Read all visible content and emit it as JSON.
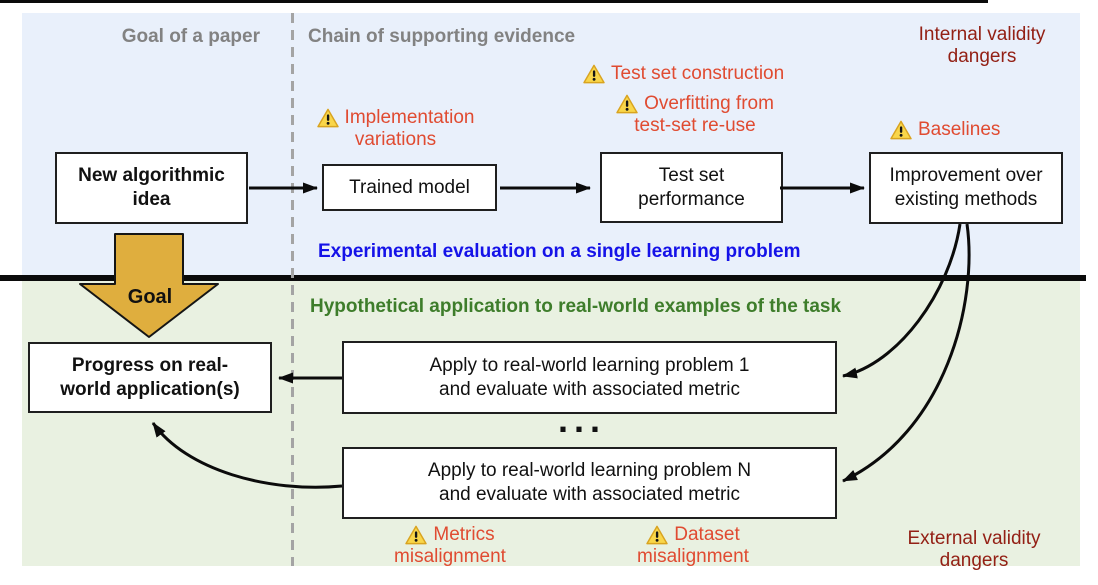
{
  "columns": {
    "goal": "Goal of a paper",
    "chain": "Chain of supporting evidence"
  },
  "goal_arrow": {
    "label": "Goal"
  },
  "top_band": {
    "caption": "Experimental evaluation on a single learning problem",
    "danger": {
      "line1": "Internal validity",
      "line2": "dangers"
    },
    "boxes": {
      "idea": {
        "line1": "New algorithmic",
        "line2": "idea"
      },
      "trained_model": {
        "line1": "Trained model"
      },
      "test_set": {
        "line1": "Test set",
        "line2": "performance"
      },
      "improvement": {
        "line1": "Improvement over",
        "line2": "existing methods"
      }
    },
    "warnings": {
      "implementation": {
        "line1": "Implementation",
        "line2": "variations"
      },
      "test_set_construction": {
        "line1": "Test set construction"
      },
      "overfitting": {
        "line1": "Overfitting from",
        "line2": "test-set re-use"
      },
      "baselines": {
        "line1": "Baselines"
      }
    }
  },
  "bottom_band": {
    "caption": "Hypothetical application to real-world examples of the task",
    "danger": {
      "line1": "External validity",
      "line2": "dangers"
    },
    "ellipsis": "...",
    "boxes": {
      "progress": {
        "line1": "Progress on real-",
        "line2": "world application(s)"
      },
      "apply_1": {
        "line1": "Apply to real-world learning problem 1",
        "line2": "and evaluate with associated metric"
      },
      "apply_n": {
        "line1": "Apply to real-world learning problem N",
        "line2": "and evaluate with associated metric"
      }
    },
    "warnings": {
      "metrics": {
        "line1": "Metrics",
        "line2": "misalignment"
      },
      "dataset": {
        "line1": "Dataset",
        "line2": "misalignment"
      }
    }
  },
  "colors": {
    "panel_blue": "#E9F0FB",
    "panel_green": "#E9F1E1",
    "caption_blue": "#1512E8",
    "caption_green": "#3E7D2B",
    "warning_red": "#E04B31",
    "danger_red": "#932015",
    "header_gray": "#828282",
    "goal_gold": "#DFAE3E",
    "line_black": "#0B0B0B"
  }
}
